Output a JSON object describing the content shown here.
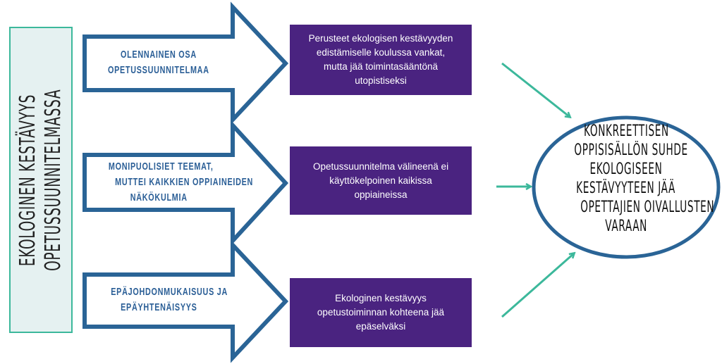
{
  "side_label": {
    "line1": "EKOLOGINEN KESTÄVYYS",
    "line2": "OPETUSSUUNNITELMASSA"
  },
  "arrows": [
    {
      "lines": [
        "OLENNAINEN OSA",
        "OPETUSSUUNNITELMAA"
      ]
    },
    {
      "lines": [
        "MONIPUOLISIET TEEMAT,",
        "MUTTEI KAIKKIEN OPPIAINEIDEN",
        "NÄKÖKULMIA"
      ]
    },
    {
      "lines": [
        "EPÄJOHDONMUKAISUUS JA",
        "EPÄYHTENÄISYYS"
      ]
    }
  ],
  "boxes": [
    {
      "text": "Perusteet ekologisen kestävyyden edistämiselle koulussa vankat, mutta jää toimintasääntönä utopistiseksi"
    },
    {
      "text": "Opetussuunnitelma välineenä ei käyttökelpoinen kaikissa oppiaineissa"
    },
    {
      "text": "Ekologinen kestävyys opetustoiminnan kohteena jää epäselväksi"
    }
  ],
  "result": {
    "lines": [
      "KONKREETTISEN",
      "OPPISISÄLLÖN SUHDE",
      "EKOLOGISEEN",
      "KESTÄVYYTEEN JÄÄ",
      "OPETTAJIEN OIVALLUSTEN",
      "VARAAN"
    ]
  },
  "colors": {
    "arrow_blue": "#2a6496",
    "purple": "#4a2380",
    "teal": "#3cb89b"
  }
}
